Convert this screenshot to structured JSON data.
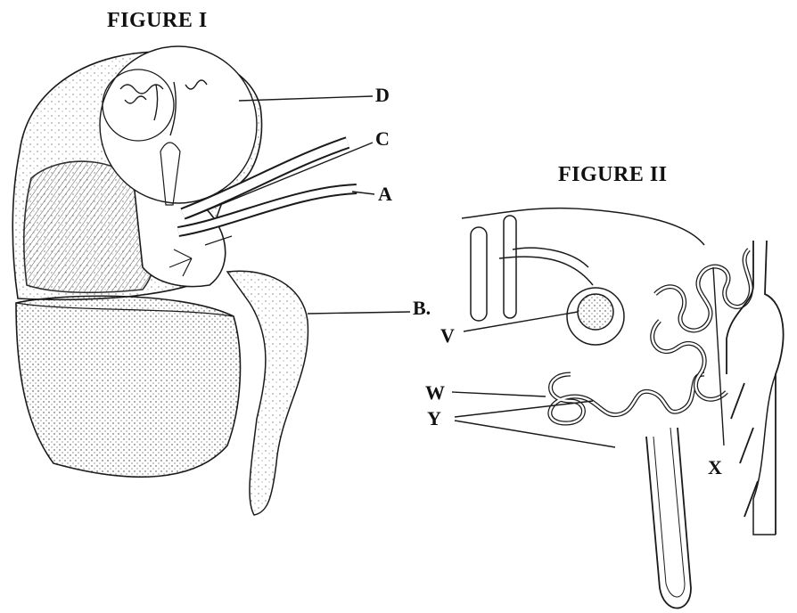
{
  "figure1": {
    "title": "FIGURE I",
    "labels": {
      "D": "D",
      "C": "C",
      "A": "A",
      "B": "B."
    }
  },
  "figure2": {
    "title": "FIGURE II",
    "labels": {
      "V": "V",
      "W": "W",
      "Y": "Y",
      "X": "X"
    }
  },
  "colors": {
    "ink": "#1a1a1a",
    "paper": "#ffffff",
    "shade": "#bdbdbd"
  }
}
